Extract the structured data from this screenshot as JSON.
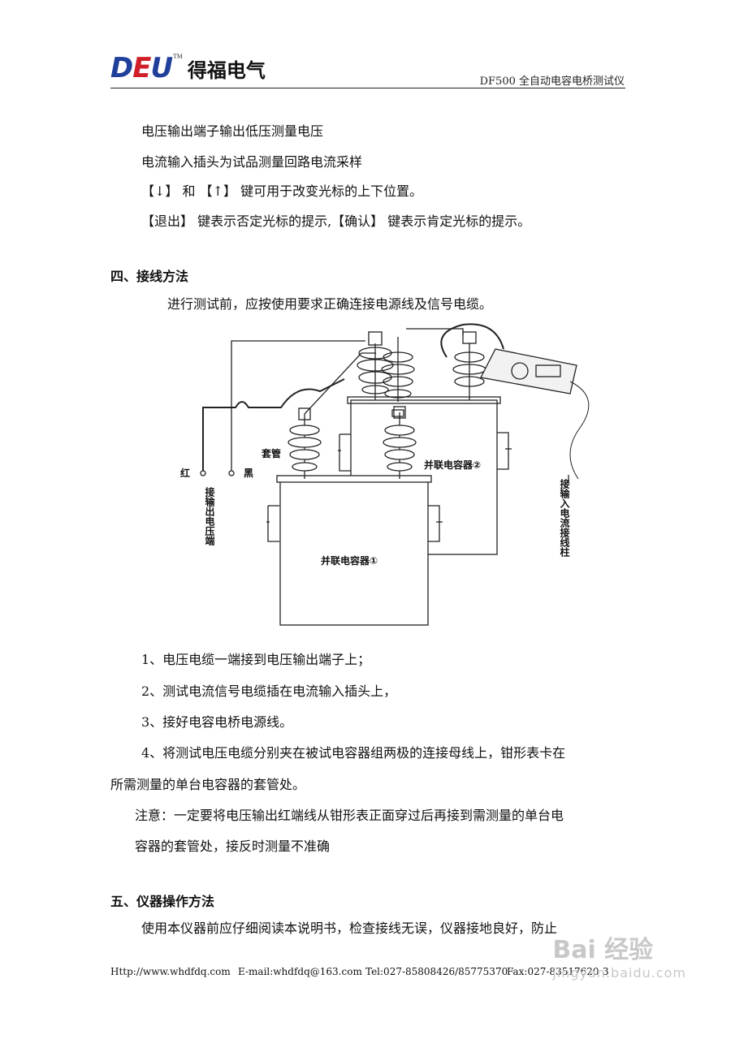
{
  "header": {
    "logo_mark": "DEU",
    "logo_tm": "TM",
    "logo_cn": "得福电气",
    "doc_title": "DF500 全自动电容电桥测试仪"
  },
  "intro_lines": [
    "电压输出端子输出低压测量电压",
    "电流输入插头为试品测量回路电流采样",
    "【↓】 和 【↑】 键可用于改变光标的上下位置。",
    "【退出】 键表示否定光标的提示,【确认】 键表示肯定光标的提示。"
  ],
  "section4": {
    "heading": "四、接线方法",
    "intro": "进行测试前，应按使用要求正确连接电源线及信号电缆。"
  },
  "diagram": {
    "label_bushing": "套管",
    "label_red": "红",
    "label_black": "黑",
    "label_voltage_terminal": "接输出电压端",
    "label_current_post": "接输入电流接线柱",
    "label_cap1": "并联电容器①",
    "label_cap2": "并联电容器②"
  },
  "steps": [
    "1、电压电缆一端接到电压输出端子上；",
    "2、测试电流信号电缆插在电流输入插头上，",
    "3、接好电容电桥电源线。",
    "4、将测试电压电缆分别夹在被试电容器组两极的连接母线上，钳形表卡在",
    "所需测量的单台电容器的套管处。"
  ],
  "note": [
    "注意：一定要将电压输出红端线从钳形表正面穿过后再接到需测量的单台电",
    "容器的套管处，接反时测量不准确"
  ],
  "section5": {
    "heading": "五、仪器操作方法",
    "intro": "使用本仪器前应仔细阅读本说明书，检查接线无误，仪器接地良好，防止"
  },
  "footer": {
    "http": "Http://www.whdfdq.com",
    "email": "E-mail:whdfdq@163.com",
    "tel": "Tel:027-85808426/85775370",
    "fax": "Fax:027-83517620",
    "page": "3"
  },
  "watermark": {
    "cn": "Bai 经验",
    "url": "jingyan.baidu.com"
  }
}
